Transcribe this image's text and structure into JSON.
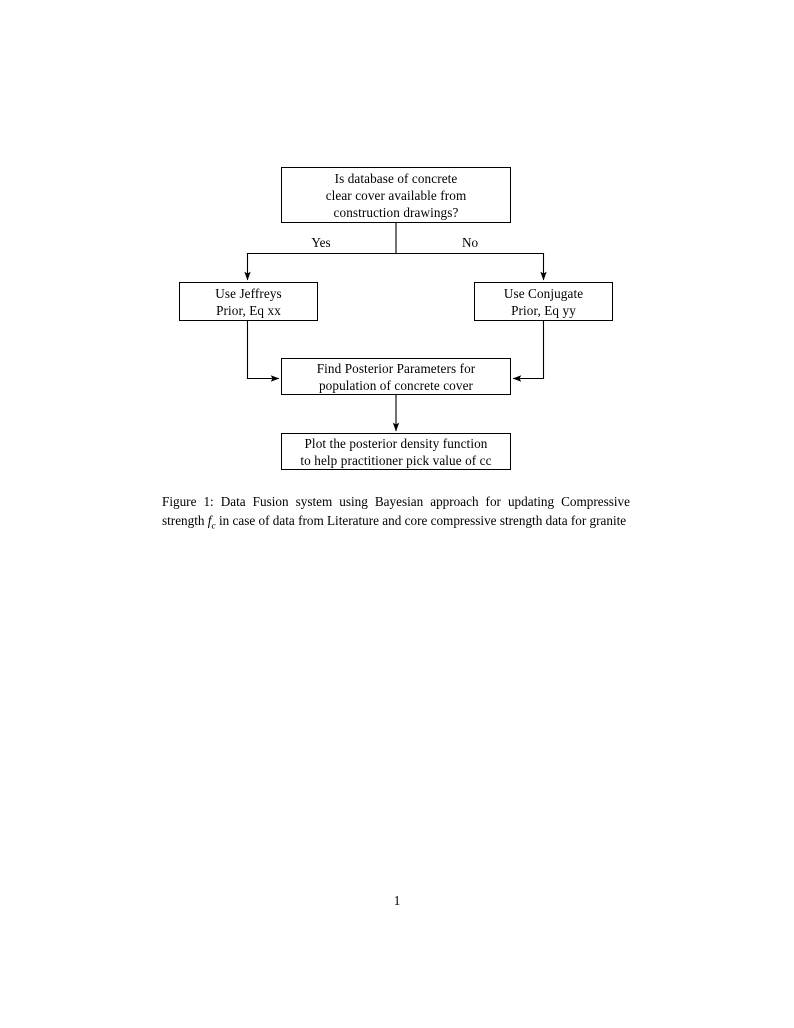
{
  "document": {
    "page_number": "1",
    "background_color": "#ffffff",
    "ink_color": "#000000"
  },
  "figure": {
    "nodes": {
      "decision": {
        "lines": [
          "Is database of concrete",
          "clear cover available from",
          "construction drawings?"
        ]
      },
      "jeffreys": {
        "lines": [
          "Use Jeffreys",
          "Prior, Eq xx"
        ]
      },
      "conjugate": {
        "lines": [
          "Use Conjugate",
          "Prior, Eq yy"
        ]
      },
      "posterior": {
        "lines": [
          "Find Posterior Parameters for",
          "population of concrete cover"
        ]
      },
      "plot": {
        "lines": [
          "Plot the posterior density function",
          "to help practitioner pick value of cc"
        ]
      }
    },
    "edge_labels": {
      "yes": "Yes",
      "no": "No"
    }
  },
  "caption": {
    "label": "Figure 1:",
    "text_before_math": "Data Fusion system using Bayesian approach for updating Compressive strength",
    "math_base": "f",
    "math_subscript": "c",
    "text_after_math": "in case of data from Literature and core compressive strength data for granite"
  }
}
